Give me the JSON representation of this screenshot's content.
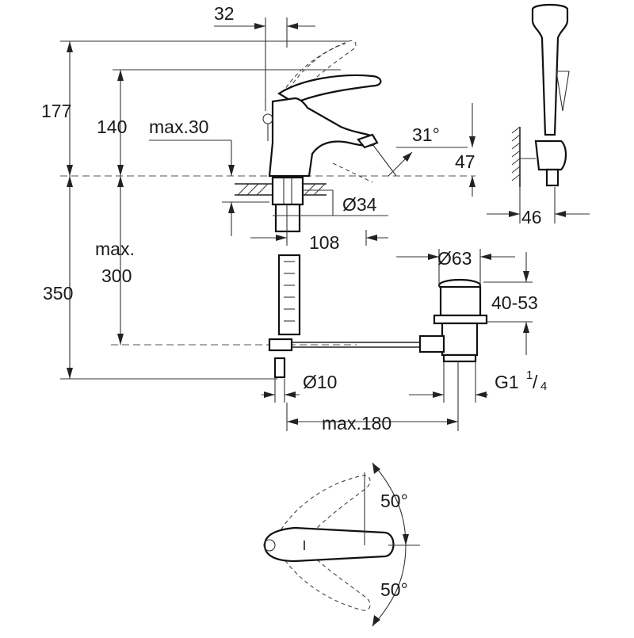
{
  "dimensions": {
    "d32": "32",
    "d177": "177",
    "d140": "140",
    "max30": "max.30",
    "angle31": "31°",
    "d47": "47",
    "diam34": "Ø34",
    "d46": "46",
    "d108": "108",
    "max": "max.",
    "d300": "300",
    "diam63": "Ø63",
    "d350": "350",
    "range4053": "40-53",
    "diam10": "Ø10",
    "thread_g": "G1",
    "thread_num": "1",
    "thread_den": "4",
    "max180": "max.180",
    "angle50_top": "50°",
    "angle50_bottom": "50°"
  }
}
